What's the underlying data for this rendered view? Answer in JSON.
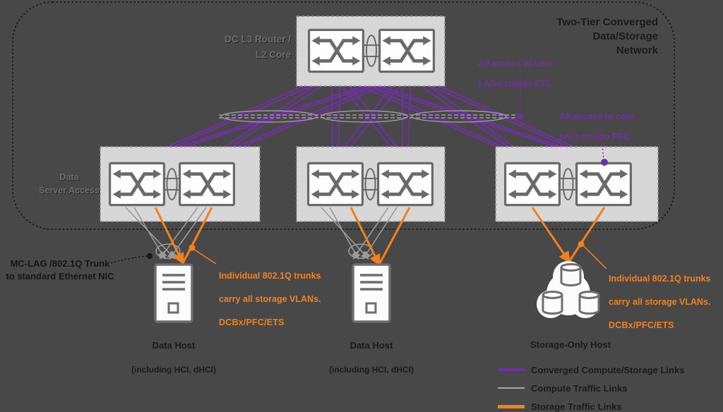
{
  "title": "Two-Tier Converged\nData/Storage\nNetwork",
  "core": {
    "label": "DC L3 Router /\nL2 Core"
  },
  "access": {
    "label": "Data\nServer Access"
  },
  "annotations": {
    "ets": {
      "line1": "All access to core",
      "line2": "LAGs enable ",
      "bold": "ETS"
    },
    "pfc": {
      "line1": "All access to core",
      "line2": "links enable ",
      "bold": "PFC"
    },
    "mclag": "MC-LAG /802.1Q Trunk\nto standard Ethernet NIC",
    "storage_trunk_left": {
      "line1": "Individual 802.1Q trunks",
      "line2": "carry all storage VLANs.",
      "line3_bold": "DCBx/PFC/ETS"
    },
    "storage_trunk_right": {
      "line1": "Individual 802.1Q trunks",
      "line2": "carry all storage VLANs.",
      "line3_bold": "DCBx/PFC/ETS"
    }
  },
  "hosts": [
    {
      "name": "Data Host",
      "sub": "(including HCI, dHCI)"
    },
    {
      "name": "Data Host",
      "sub": "(including HCI, dHCI)"
    },
    {
      "name": "Storage-Only Host",
      "sub": ""
    }
  ],
  "legend": [
    {
      "label": "Converged Compute/Storage Links",
      "color": "#7030A0"
    },
    {
      "label": "Compute Traffic Links",
      "color": "#A6A6A6"
    },
    {
      "label": "Storage Traffic Links",
      "color": "#F08121"
    }
  ],
  "colors": {
    "converged": "#7030A0",
    "compute": "#A6A6A6",
    "storage": "#F08121",
    "box_fill": "#D7D7D7",
    "background": "#484848"
  }
}
